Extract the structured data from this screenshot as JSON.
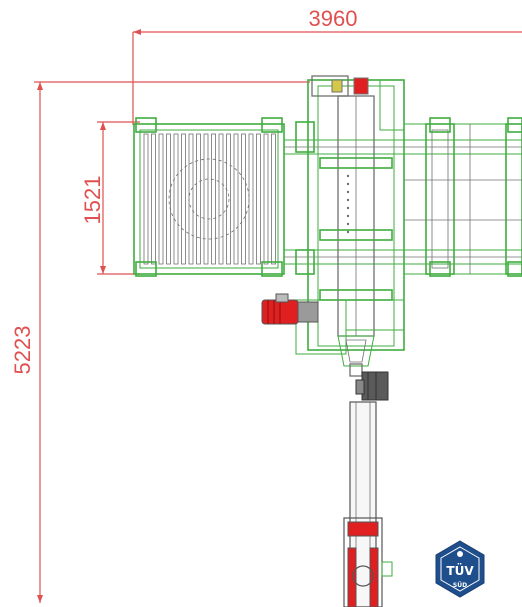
{
  "dimensions": {
    "overall_width": "3960",
    "overall_length": "5223",
    "roller_section_width": "1521"
  },
  "certification": {
    "logo_text": "TÜV",
    "logo_subtext": "SÜD"
  },
  "colors": {
    "dimension": "#e05050",
    "frame": "#3fae3f",
    "motor": "#e02020",
    "steel": "#707070",
    "tuv_blue": "#1f4e8c"
  }
}
